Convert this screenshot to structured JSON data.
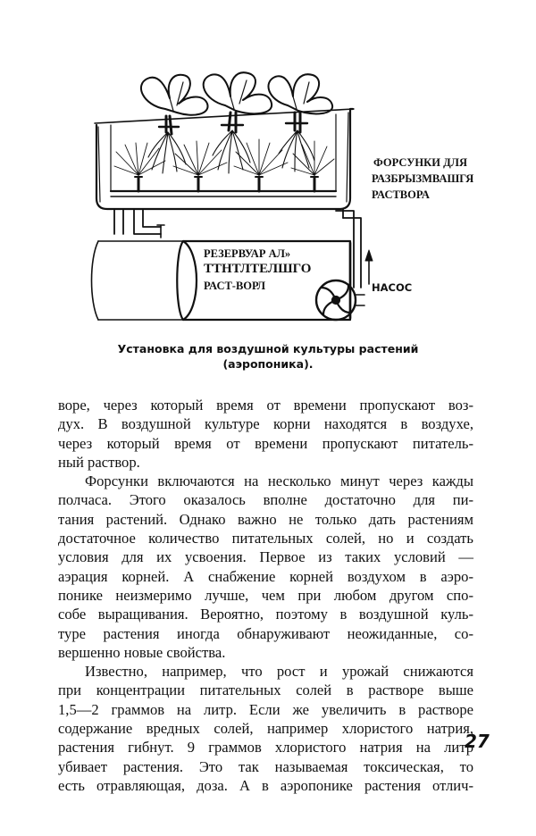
{
  "figure": {
    "labels": {
      "nozzles": [
        "ФОРСУНКИ ДЛЯ",
        "РАЗБРЫЗМВАШГЯ",
        "РАСТВОРА"
      ],
      "reservoir": [
        "РЕЗЕРВУАР АЛ»",
        "ТТНТЛТЕЛШГО",
        "РАСТ-ВОРЛ"
      ],
      "pump": "НАСОС"
    }
  },
  "caption": [
    "Установка для воздушной культуры растений",
    "(аэропоника)."
  ],
  "paragraphs": [
    {
      "indent": false,
      "lines": [
        "воре, через который время от времени пропускают воз-",
        "дух. В воздушной культуре корни находятся в воздухе,",
        "через который время от времени пропускают питатель-",
        "ный раствор."
      ]
    },
    {
      "indent": true,
      "lines": [
        "Форсунки включаются на несколько минут через кажды",
        "полчаса. Этого оказалось вполне достаточно для пи-",
        "тания растений. Однако важно не только дать растениям",
        "достаточное количество питательных солей, но и создать",
        "условия для их усвоения. Первое из таких условий —",
        "аэрация корней. А снабжение корней воздухом в аэро-",
        "понике неизмеримо лучше, чем при любом другом спо-",
        "собе выращивания. Вероятно, поэтому в воздушной куль-",
        "туре растения иногда обнаруживают неожиданные, со-",
        "вершенно новые свойства."
      ]
    },
    {
      "indent": true,
      "lines": [
        "Известно, например, что рост и урожай снижаются",
        "при концентрации питательных солей в растворе выше",
        "1,5—2 граммов на литр. Если же увеличить в растворе",
        "содержание вредных солей, например хлористого натрия,",
        "растения гибнут. 9 граммов хлористого натрия на литр",
        "убивает растения. Это так называемая токсическая, то",
        "есть отравляющая, доза. А в аэропонике растения отлич-"
      ]
    }
  ],
  "page_number": "27"
}
